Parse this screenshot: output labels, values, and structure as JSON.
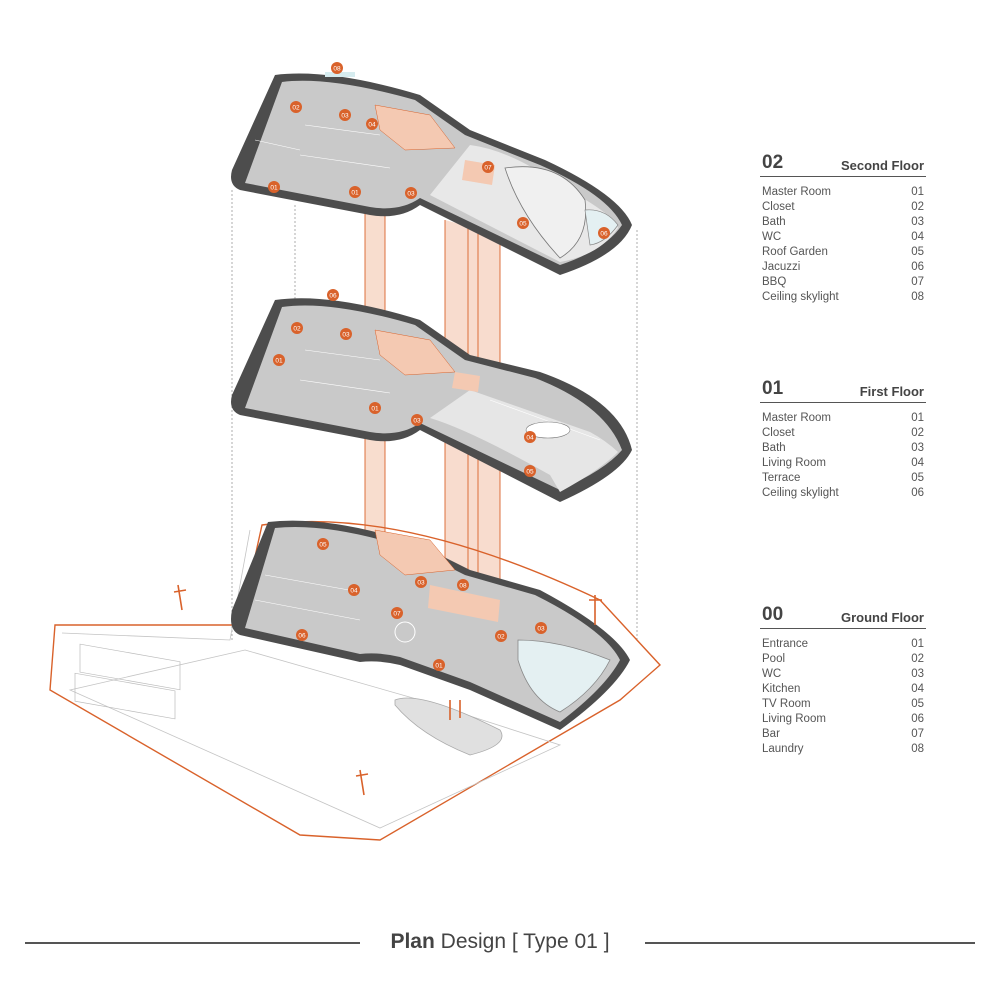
{
  "legends": [
    {
      "number": "02",
      "title": "Second Floor",
      "items": [
        {
          "label": "Master Room",
          "code": "01"
        },
        {
          "label": "Closet",
          "code": "02"
        },
        {
          "label": "Bath",
          "code": "03"
        },
        {
          "label": "WC",
          "code": "04"
        },
        {
          "label": "Roof Garden",
          "code": "05"
        },
        {
          "label": "Jacuzzi",
          "code": "06"
        },
        {
          "label": "BBQ",
          "code": "07"
        },
        {
          "label": "Ceiling skylight",
          "code": "08"
        }
      ]
    },
    {
      "number": "01",
      "title": "First Floor",
      "items": [
        {
          "label": "Master Room",
          "code": "01"
        },
        {
          "label": "Closet",
          "code": "02"
        },
        {
          "label": "Bath",
          "code": "03"
        },
        {
          "label": "Living Room",
          "code": "04"
        },
        {
          "label": "Terrace",
          "code": "05"
        },
        {
          "label": "Ceiling skylight",
          "code": "06"
        }
      ]
    },
    {
      "number": "00",
      "title": "Ground Floor",
      "items": [
        {
          "label": "Entrance",
          "code": "01"
        },
        {
          "label": "Pool",
          "code": "02"
        },
        {
          "label": "WC",
          "code": "03"
        },
        {
          "label": "Kitchen",
          "code": "04"
        },
        {
          "label": "TV Room",
          "code": "05"
        },
        {
          "label": "Living Room",
          "code": "06"
        },
        {
          "label": "Bar",
          "code": "07"
        },
        {
          "label": "Laundry",
          "code": "08"
        }
      ]
    }
  ],
  "footer": {
    "title_bold": "Plan",
    "title_rest": " Design [ Type 01 ]"
  },
  "markers": {
    "second_floor": [
      "08",
      "02",
      "03",
      "04",
      "01",
      "01",
      "03",
      "07",
      "05",
      "06"
    ],
    "first_floor": [
      "06",
      "02",
      "03",
      "01",
      "01",
      "03",
      "04",
      "05"
    ],
    "ground_floor": [
      "05",
      "04",
      "07",
      "06",
      "08",
      "03",
      "03",
      "02",
      "01"
    ]
  },
  "colors": {
    "accent": "#d9622b",
    "accent_light": "#f4c9b2",
    "slab": "#4d4d4d",
    "floor": "#c9c9c9",
    "terrace": "#e6e6e6",
    "pool": "#e4f0f2"
  }
}
